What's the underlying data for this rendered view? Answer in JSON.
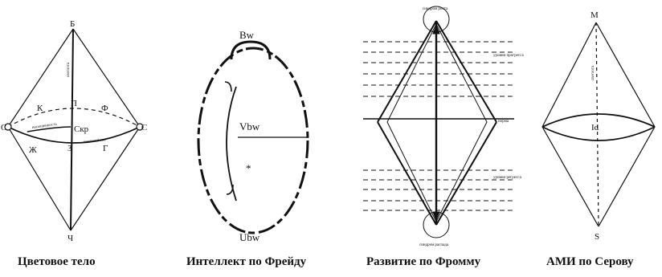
{
  "figures": [
    {
      "caption": "Цветовое тело",
      "labels": {
        "top": "Б",
        "bottom": "Ч",
        "left": "С",
        "right": "С",
        "k": "К",
        "p": "П",
        "f": "Ф",
        "center": "Скр",
        "zh": "Ж",
        "z": "З",
        "g": "Г",
        "saturation": "насыщенность",
        "lightness": "светлота",
        "hue_circle": "цветовой тон"
      }
    },
    {
      "caption": "Интеллект по Фрейду",
      "labels": {
        "top": "Bw",
        "middle": "Vbw",
        "bottom": "Ubw",
        "star": "*"
      }
    },
    {
      "caption": "Развитие по Фромму",
      "labels": {
        "top": "синдром роста",
        "bottom": "синдром распада",
        "progress": "уровни прогресса",
        "norm": "норма",
        "regress": "уровни регресса"
      }
    },
    {
      "caption": "АМИ по Серову",
      "labels": {
        "top": "M",
        "middle": "Id",
        "bottom": "S",
        "lightness": "светлота"
      }
    }
  ]
}
